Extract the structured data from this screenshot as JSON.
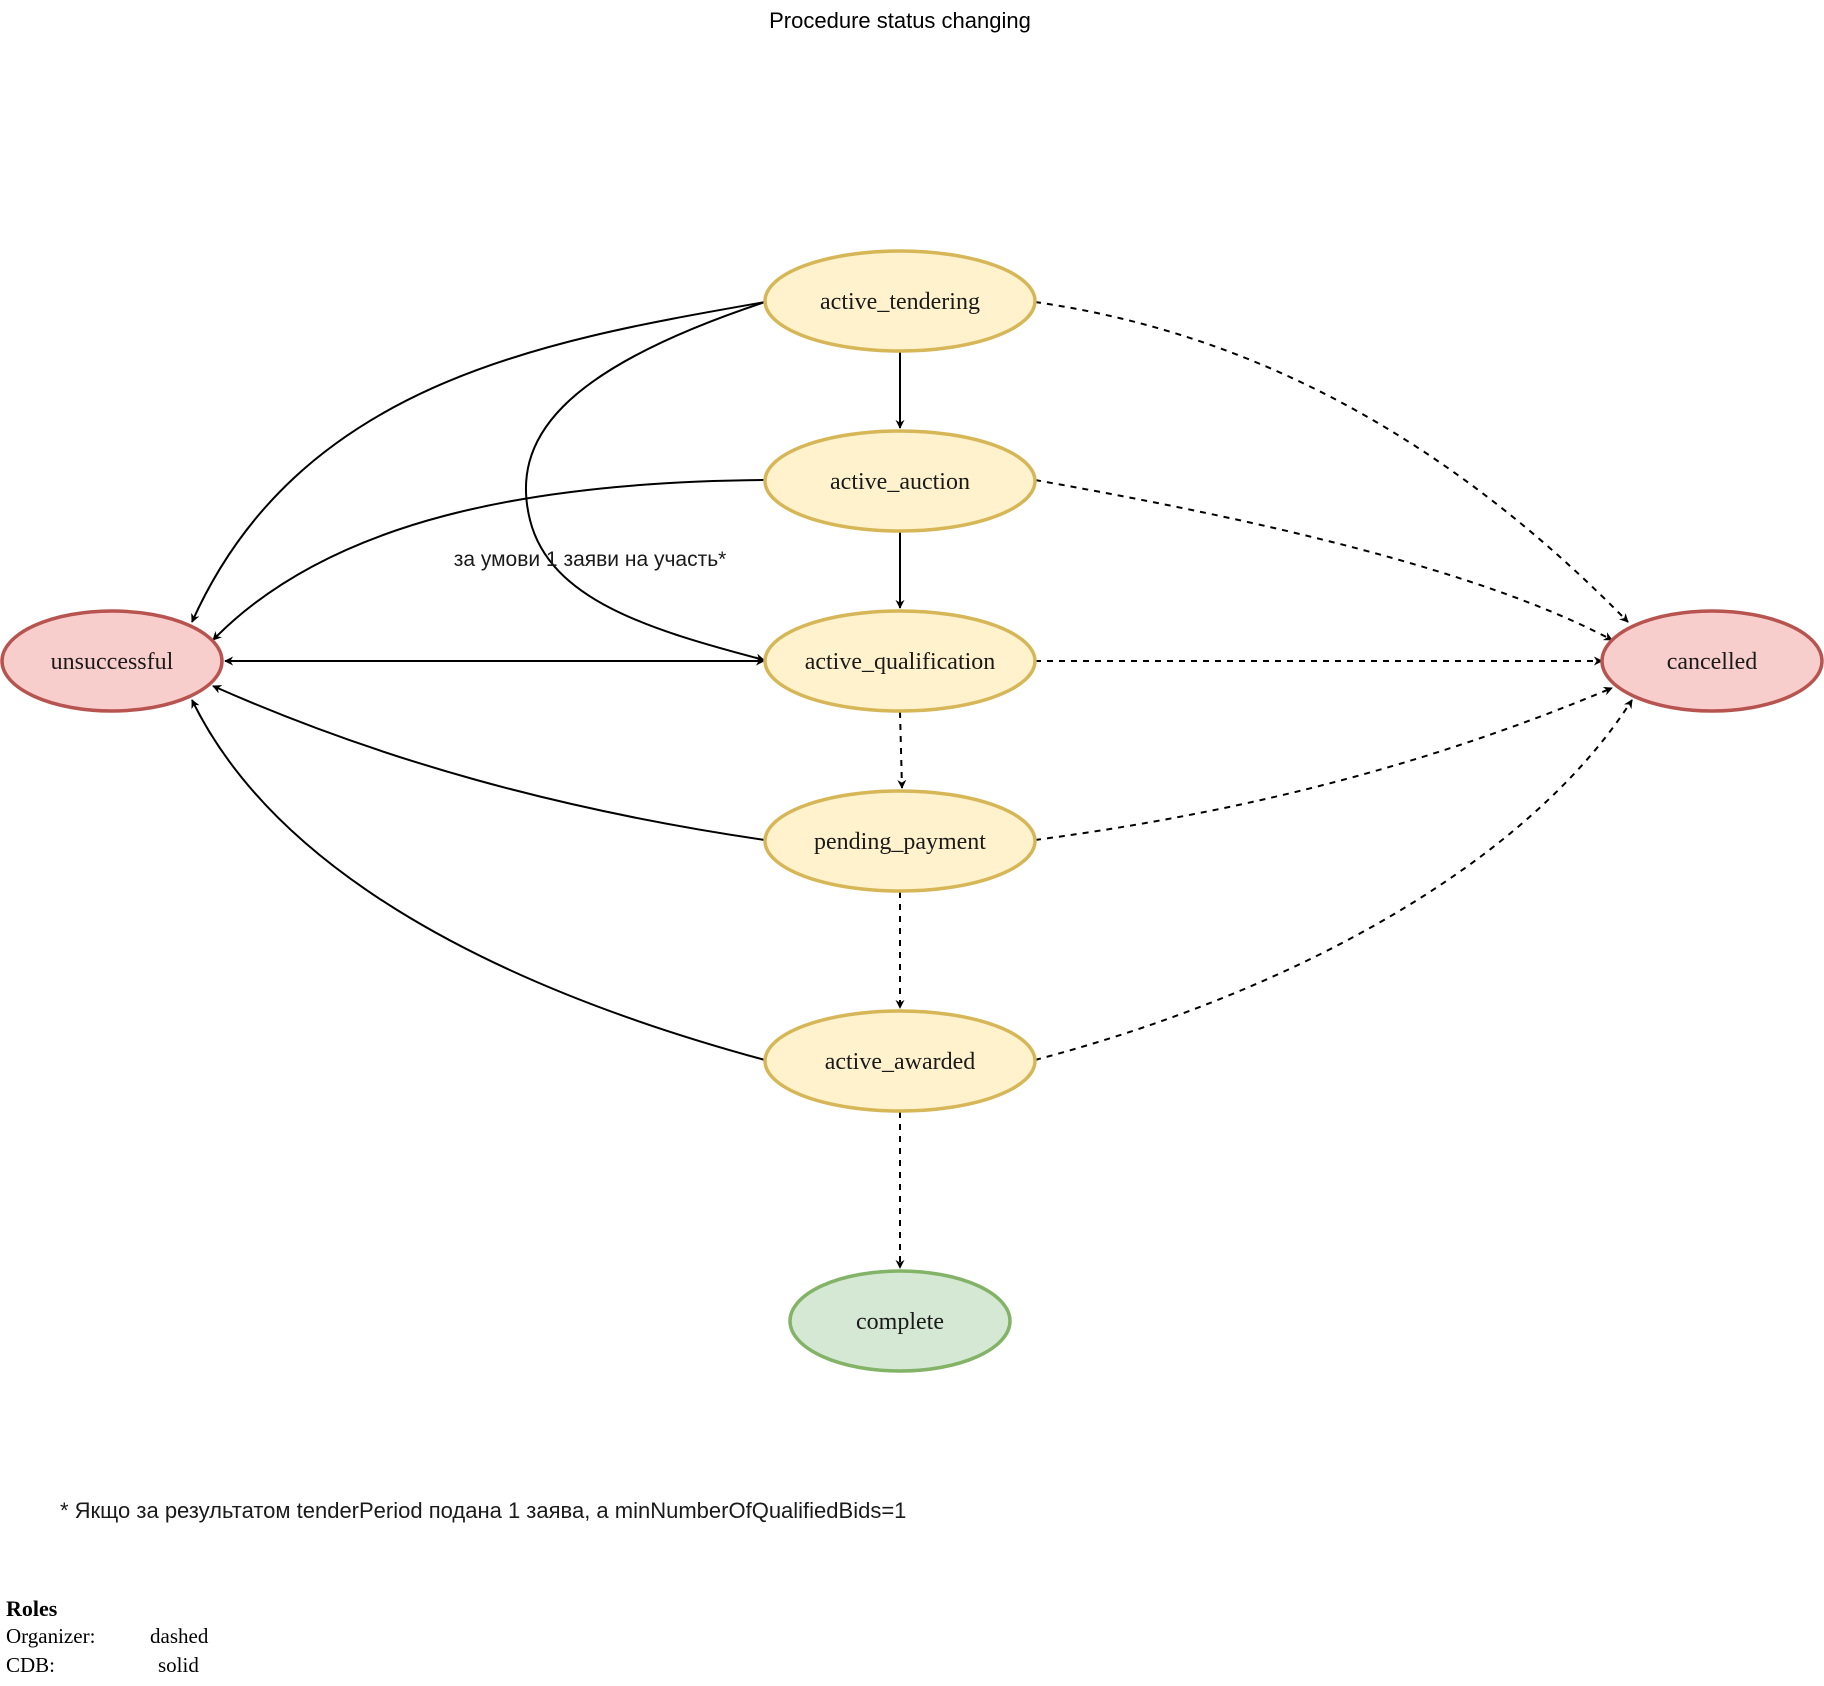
{
  "title": "Procedure status changing",
  "colors": {
    "pending_fill": "#fff2cc",
    "pending_stroke": "#d6b656",
    "fail_fill": "#f8cecc",
    "fail_stroke": "#b85450",
    "ok_fill": "#d5e8d4",
    "ok_stroke": "#82b366"
  },
  "nodes": {
    "active_tendering": "active_tendering",
    "active_auction": "active_auction",
    "active_qualification": "active_qualification",
    "pending_payment": "pending_payment",
    "active_awarded": "active_awarded",
    "complete": "complete",
    "unsuccessful": "unsuccessful",
    "cancelled": "cancelled"
  },
  "edge_labels": {
    "one_bid_condition": "за умови 1 заяви на участь*"
  },
  "footnote": "* Якщо за результатом tenderPeriod подана 1 заява, а minNumberOfQualifiedBids=1",
  "roles": {
    "title": "Roles",
    "organizer_label": "Organizer:",
    "organizer_style": "dashed",
    "cdb_label": "CDB:",
    "cdb_style": "solid"
  }
}
